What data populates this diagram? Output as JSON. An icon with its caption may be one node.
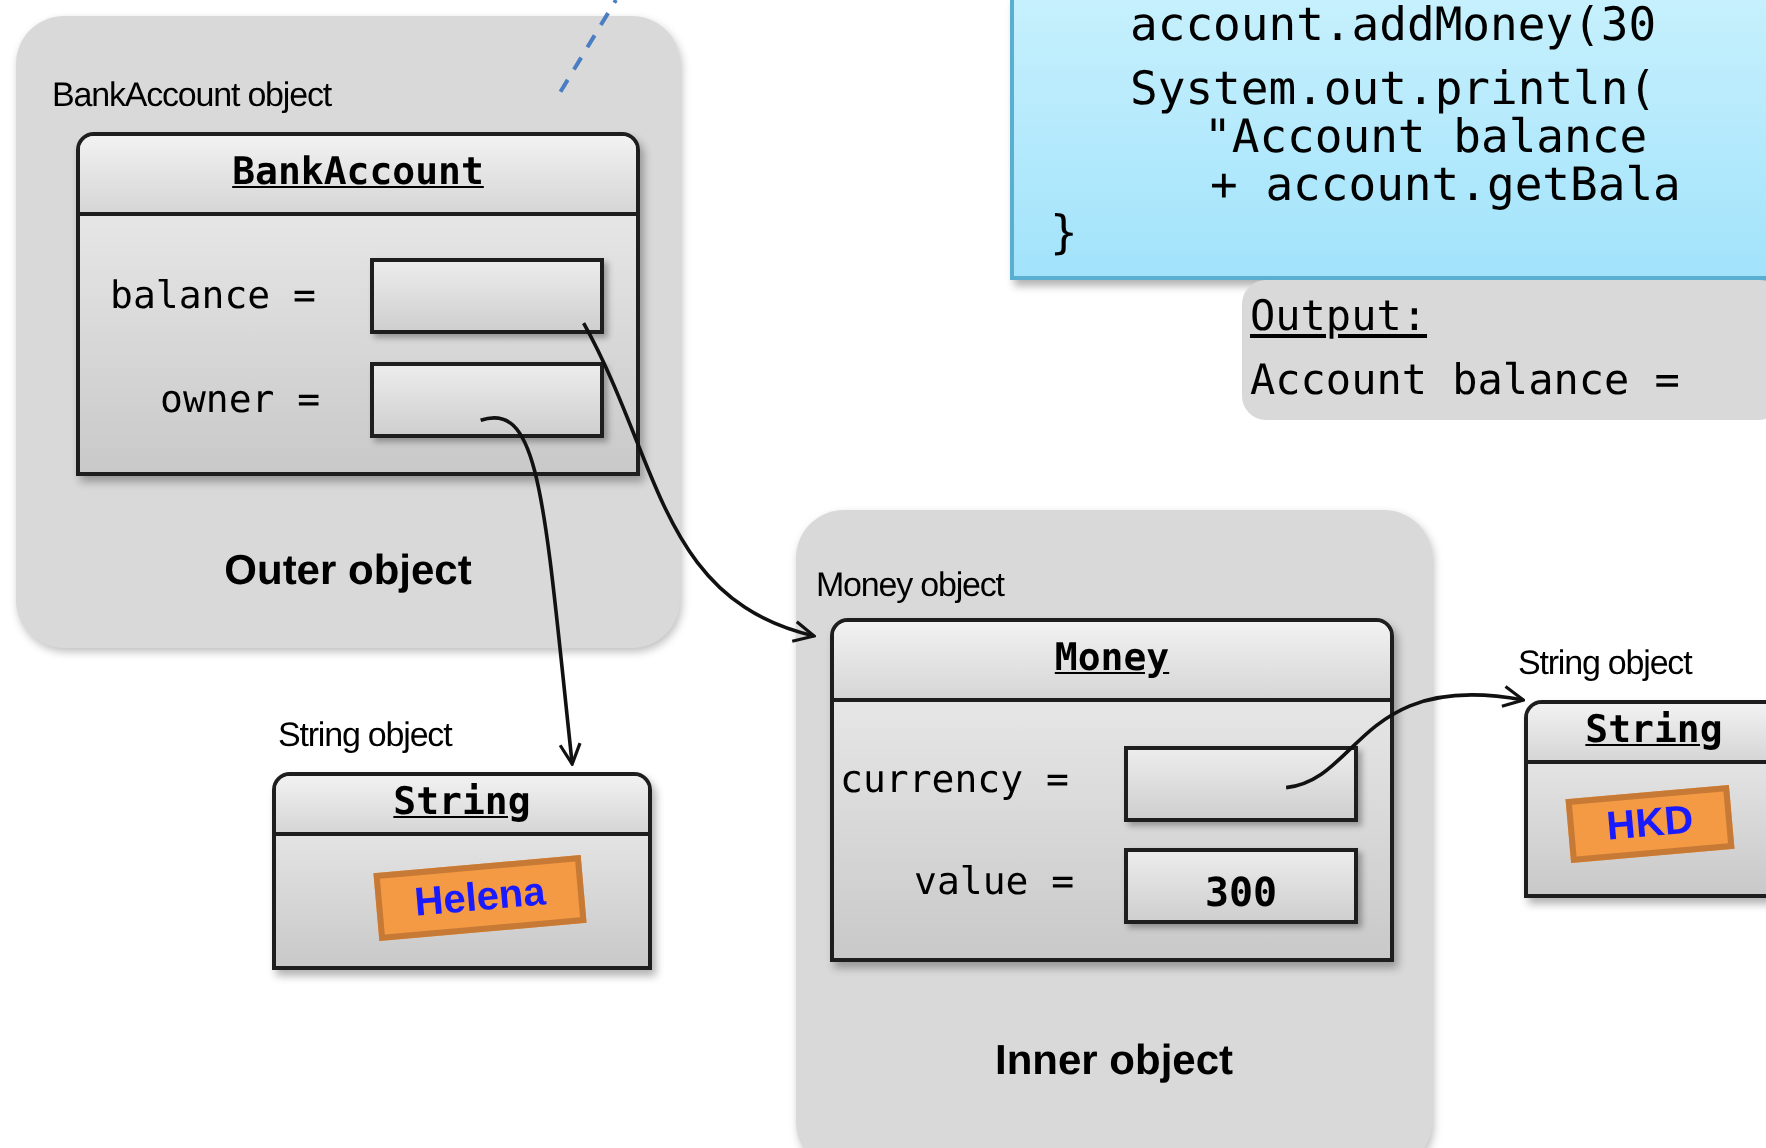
{
  "diagram": {
    "nodes": [
      {
        "text": [
          "BankAccount object",
          "Outer object"
        ]
      },
      {
        "text": [
          "BankAccount"
        ],
        "in": 0
      },
      {
        "text": [],
        "shape": "box",
        "in": 1,
        "beside": [
          "balance ="
        ]
      },
      {
        "text": [],
        "shape": "box",
        "in": 1,
        "beside": [
          "owner ="
        ]
      },
      {
        "text": [
          "String"
        ],
        "beside": [
          "String object"
        ]
      },
      {
        "text": [
          "Helena"
        ],
        "in": 4
      },
      {
        "text": [
          "Money object",
          "Inner object"
        ]
      },
      {
        "text": [
          "Money"
        ],
        "in": 6
      },
      {
        "text": [],
        "shape": "box",
        "in": 7,
        "beside": [
          "currency ="
        ]
      },
      {
        "text": [
          "300"
        ],
        "in": 7,
        "beside": [
          "value ="
        ]
      },
      {
        "text": [
          "String"
        ],
        "beside": [
          "String object"
        ]
      },
      {
        "text": [
          "HKD"
        ],
        "in": 10
      },
      {
        "text": [
          "account.addMoney(30",
          "System.out.println(",
          "\"Account balance",
          "+ account.getBala",
          "}"
        ]
      },
      {
        "text": [
          "Output:",
          "Account balance ="
        ]
      }
    ],
    "edges": [
      {
        "from": 2,
        "to": 7,
        "arrow": "to"
      },
      {
        "from": 3,
        "to": 4,
        "arrow": "to"
      },
      {
        "from": 8,
        "to": 10,
        "arrow": "to"
      },
      {
        "from": 0,
        "to": null,
        "arrow": "none",
        "style": "dashed",
        "color": "#4a7ec4"
      }
    ]
  }
}
